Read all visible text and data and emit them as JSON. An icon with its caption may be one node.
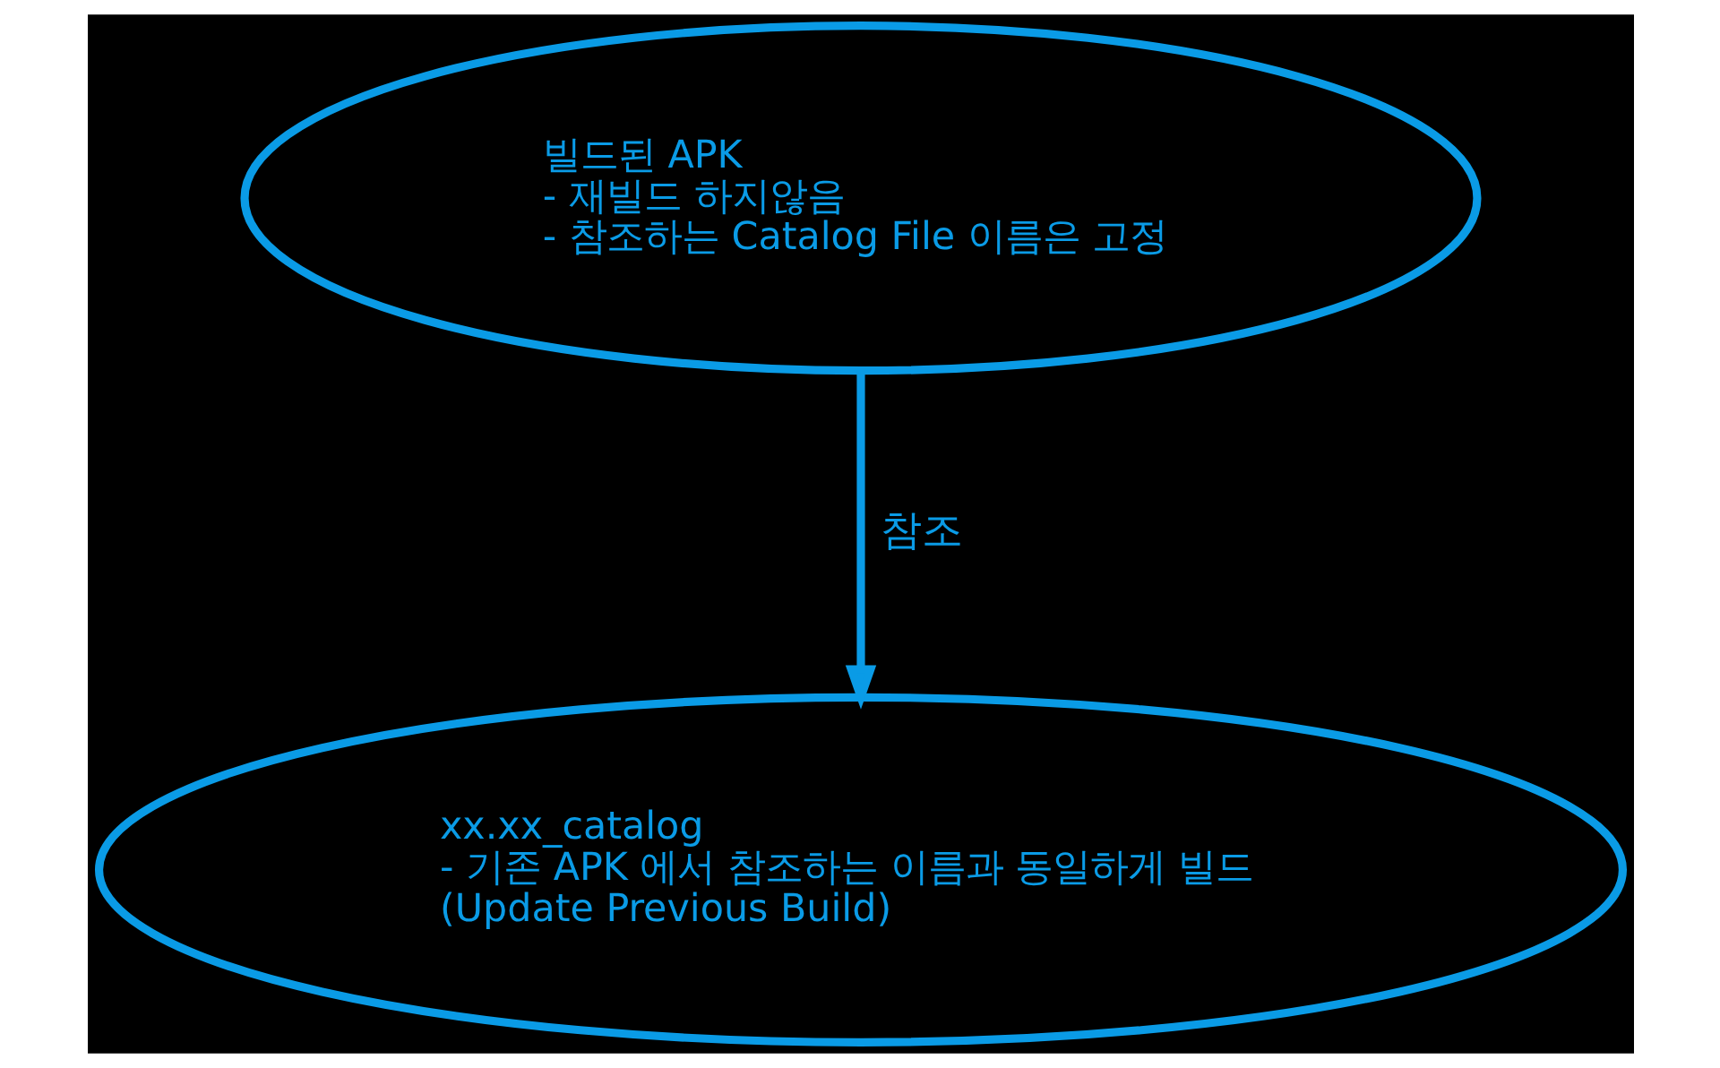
{
  "diagram": {
    "nodes": [
      {
        "text": [
          "빌드된 APK",
          "- 재빌드 하지않음",
          "- 참조하는 Catalog File 이름은 고정"
        ]
      },
      {
        "text": [
          "xx.xx_catalog",
          "- 기존 APK 에서 참조하는 이름과 동일하게 빌드",
          "(Update Previous Build)"
        ]
      }
    ],
    "edges": [
      {
        "from": 0,
        "to": 1,
        "arrow": "to",
        "label": "참조"
      }
    ]
  }
}
